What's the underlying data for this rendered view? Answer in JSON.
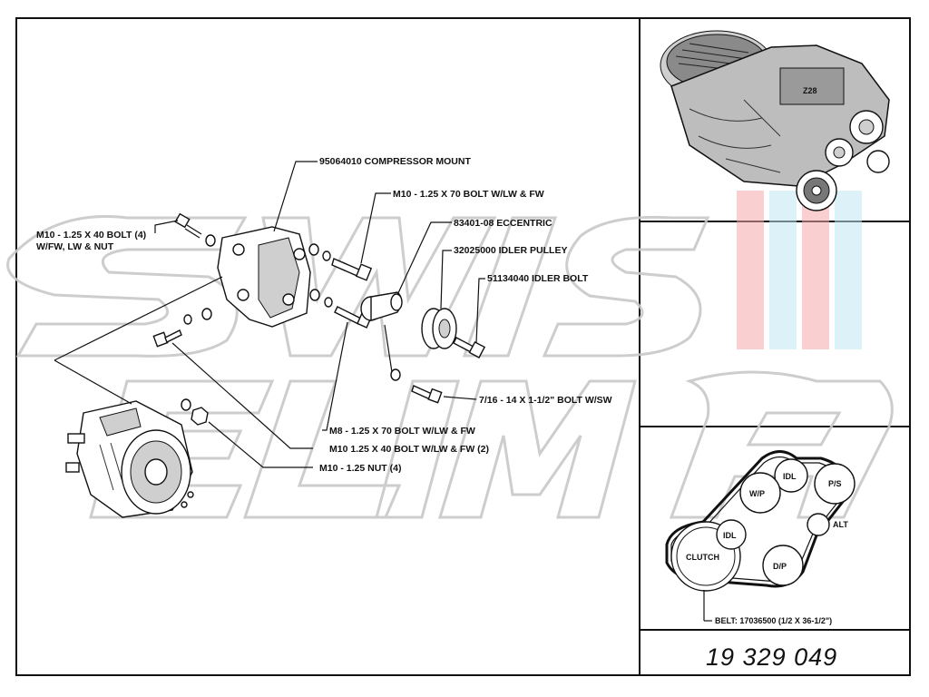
{
  "diagram": {
    "part_number": "19 329 049",
    "callouts": {
      "compressor_mount": "95064010 COMPRESSOR MOUNT",
      "bolt_70_top": "M10 - 1.25 X 70 BOLT W/LW & FW",
      "eccentric": "83401-08 ECCENTRIC",
      "idler_pulley": "32025000 IDLER PULLEY",
      "idler_bolt": "51134040 IDLER BOLT",
      "bolt_40_left_line1": "M10 - 1.25 X 40 BOLT (4)",
      "bolt_40_left_line2": "W/FW, LW & NUT",
      "bolt_7_16": "7/16 - 14 X 1-1/2\" BOLT W/SW",
      "bolt_m8": "M8 - 1.25 X 70 BOLT W/LW & FW",
      "bolt_m10_40": "M10 1.25 X 40 BOLT W/LW & FW (2)",
      "nut_m10": "M10 - 1.25 NUT (4)"
    },
    "belt_diagram": {
      "pulleys": [
        "IDL",
        "P/S",
        "W/P",
        "ALT",
        "IDL",
        "CLUTCH",
        "D/P"
      ],
      "belt_label": "BELT:  17036500 (1/2 X 36-1/2\")"
    }
  }
}
